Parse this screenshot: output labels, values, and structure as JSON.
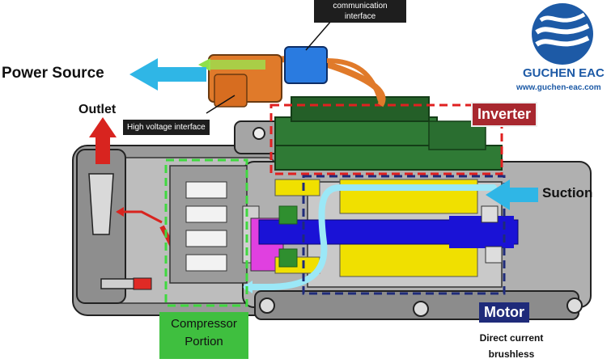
{
  "labels": {
    "communication_interface": [
      "communication",
      "interface"
    ],
    "power_source": "Power Source",
    "outlet": "Outlet",
    "high_voltage_interface": "High voltage interface",
    "inverter": "Inverter",
    "suction": "Suction",
    "compressor_portion": [
      "Compressor",
      "Portion"
    ],
    "motor": "Motor",
    "motor_type": [
      "Direct current",
      "brushless"
    ]
  },
  "logo": {
    "name": "GUCHEN EAC",
    "url": "www.guchen-eac.com"
  },
  "colors": {
    "arrow_blue": "#2fb6e6",
    "outlet_red": "#d8241f",
    "inverter_box": "#a8282f",
    "inverter_green": "#2f7a35",
    "compressor_green": "#3fbf3f",
    "motor_box": "#1f2b7a",
    "rotor_blue": "#1a12d6",
    "magnet_yellow": "#f0e000",
    "connector_orange": "#e07a2a",
    "comm_blue": "#2a7be0",
    "pink": "#e040e0",
    "logo_blue": "#1d5aa6"
  }
}
